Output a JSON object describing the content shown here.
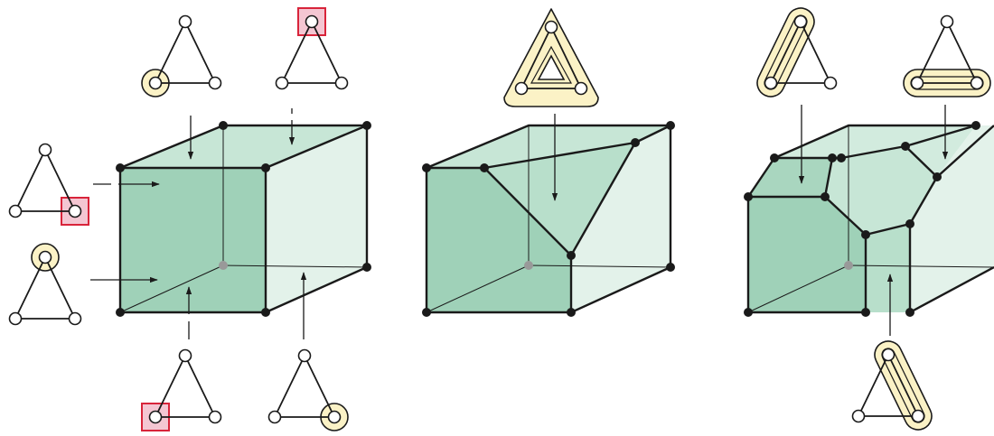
{
  "colors": {
    "face_mid": "#a9d6bf",
    "face_dark": "#9fd1b8",
    "face_light": "#e3f2ea",
    "face_top": "#c7e6d6",
    "edge": "#1a1a1a",
    "hidden_vertex": "#999999",
    "highlight_circle_fill": "#fbf2c6",
    "highlight_square_fill": "#f4c6d2",
    "highlight_square_stroke": "#d8243a"
  },
  "panels": [
    {
      "name": "cube",
      "description_icons": [
        "vertex-highlight-icon",
        "vertex-square-icon"
      ]
    },
    {
      "name": "truncated-corner-polytope",
      "description_icons": [
        "whole-triangle-highlight-icon"
      ]
    },
    {
      "name": "truncated-edges-polytope",
      "description_icons": [
        "edge-highlight-icon"
      ]
    }
  ]
}
